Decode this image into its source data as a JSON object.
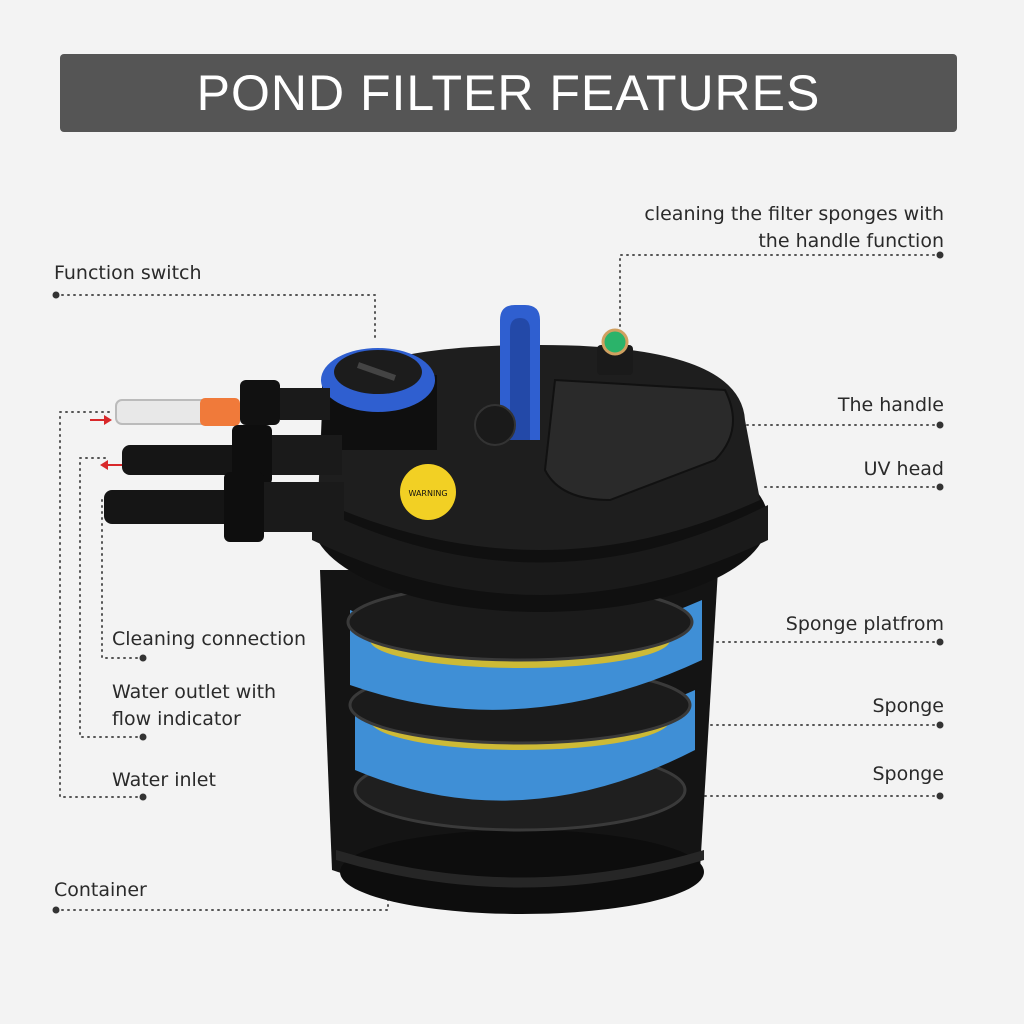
{
  "title": "POND FILTER FEATURES",
  "labels": {
    "function_switch": "Function switch",
    "cleaning_connection": "Cleaning connection",
    "water_outlet_line1": "Water outlet with",
    "water_outlet_line2": "flow indicator",
    "water_inlet": "Water inlet",
    "container": "Container",
    "cleaning_handle_line1": "cleaning the filter sponges with",
    "cleaning_handle_line2": "the handle function",
    "the_handle": "The handle",
    "uv_head": "UV head",
    "sponge_platform": "Sponge platfrom",
    "sponge_1": "Sponge",
    "sponge_2": "Sponge"
  },
  "colors": {
    "title_bg": "#555555",
    "background": "#f3f3f3",
    "sponge_blue": "#3f8fd6",
    "sponge_yellow": "#e6c21a",
    "handle_blue": "#2f5fd0",
    "body_black": "#141414"
  },
  "warning_text": "WARNING"
}
